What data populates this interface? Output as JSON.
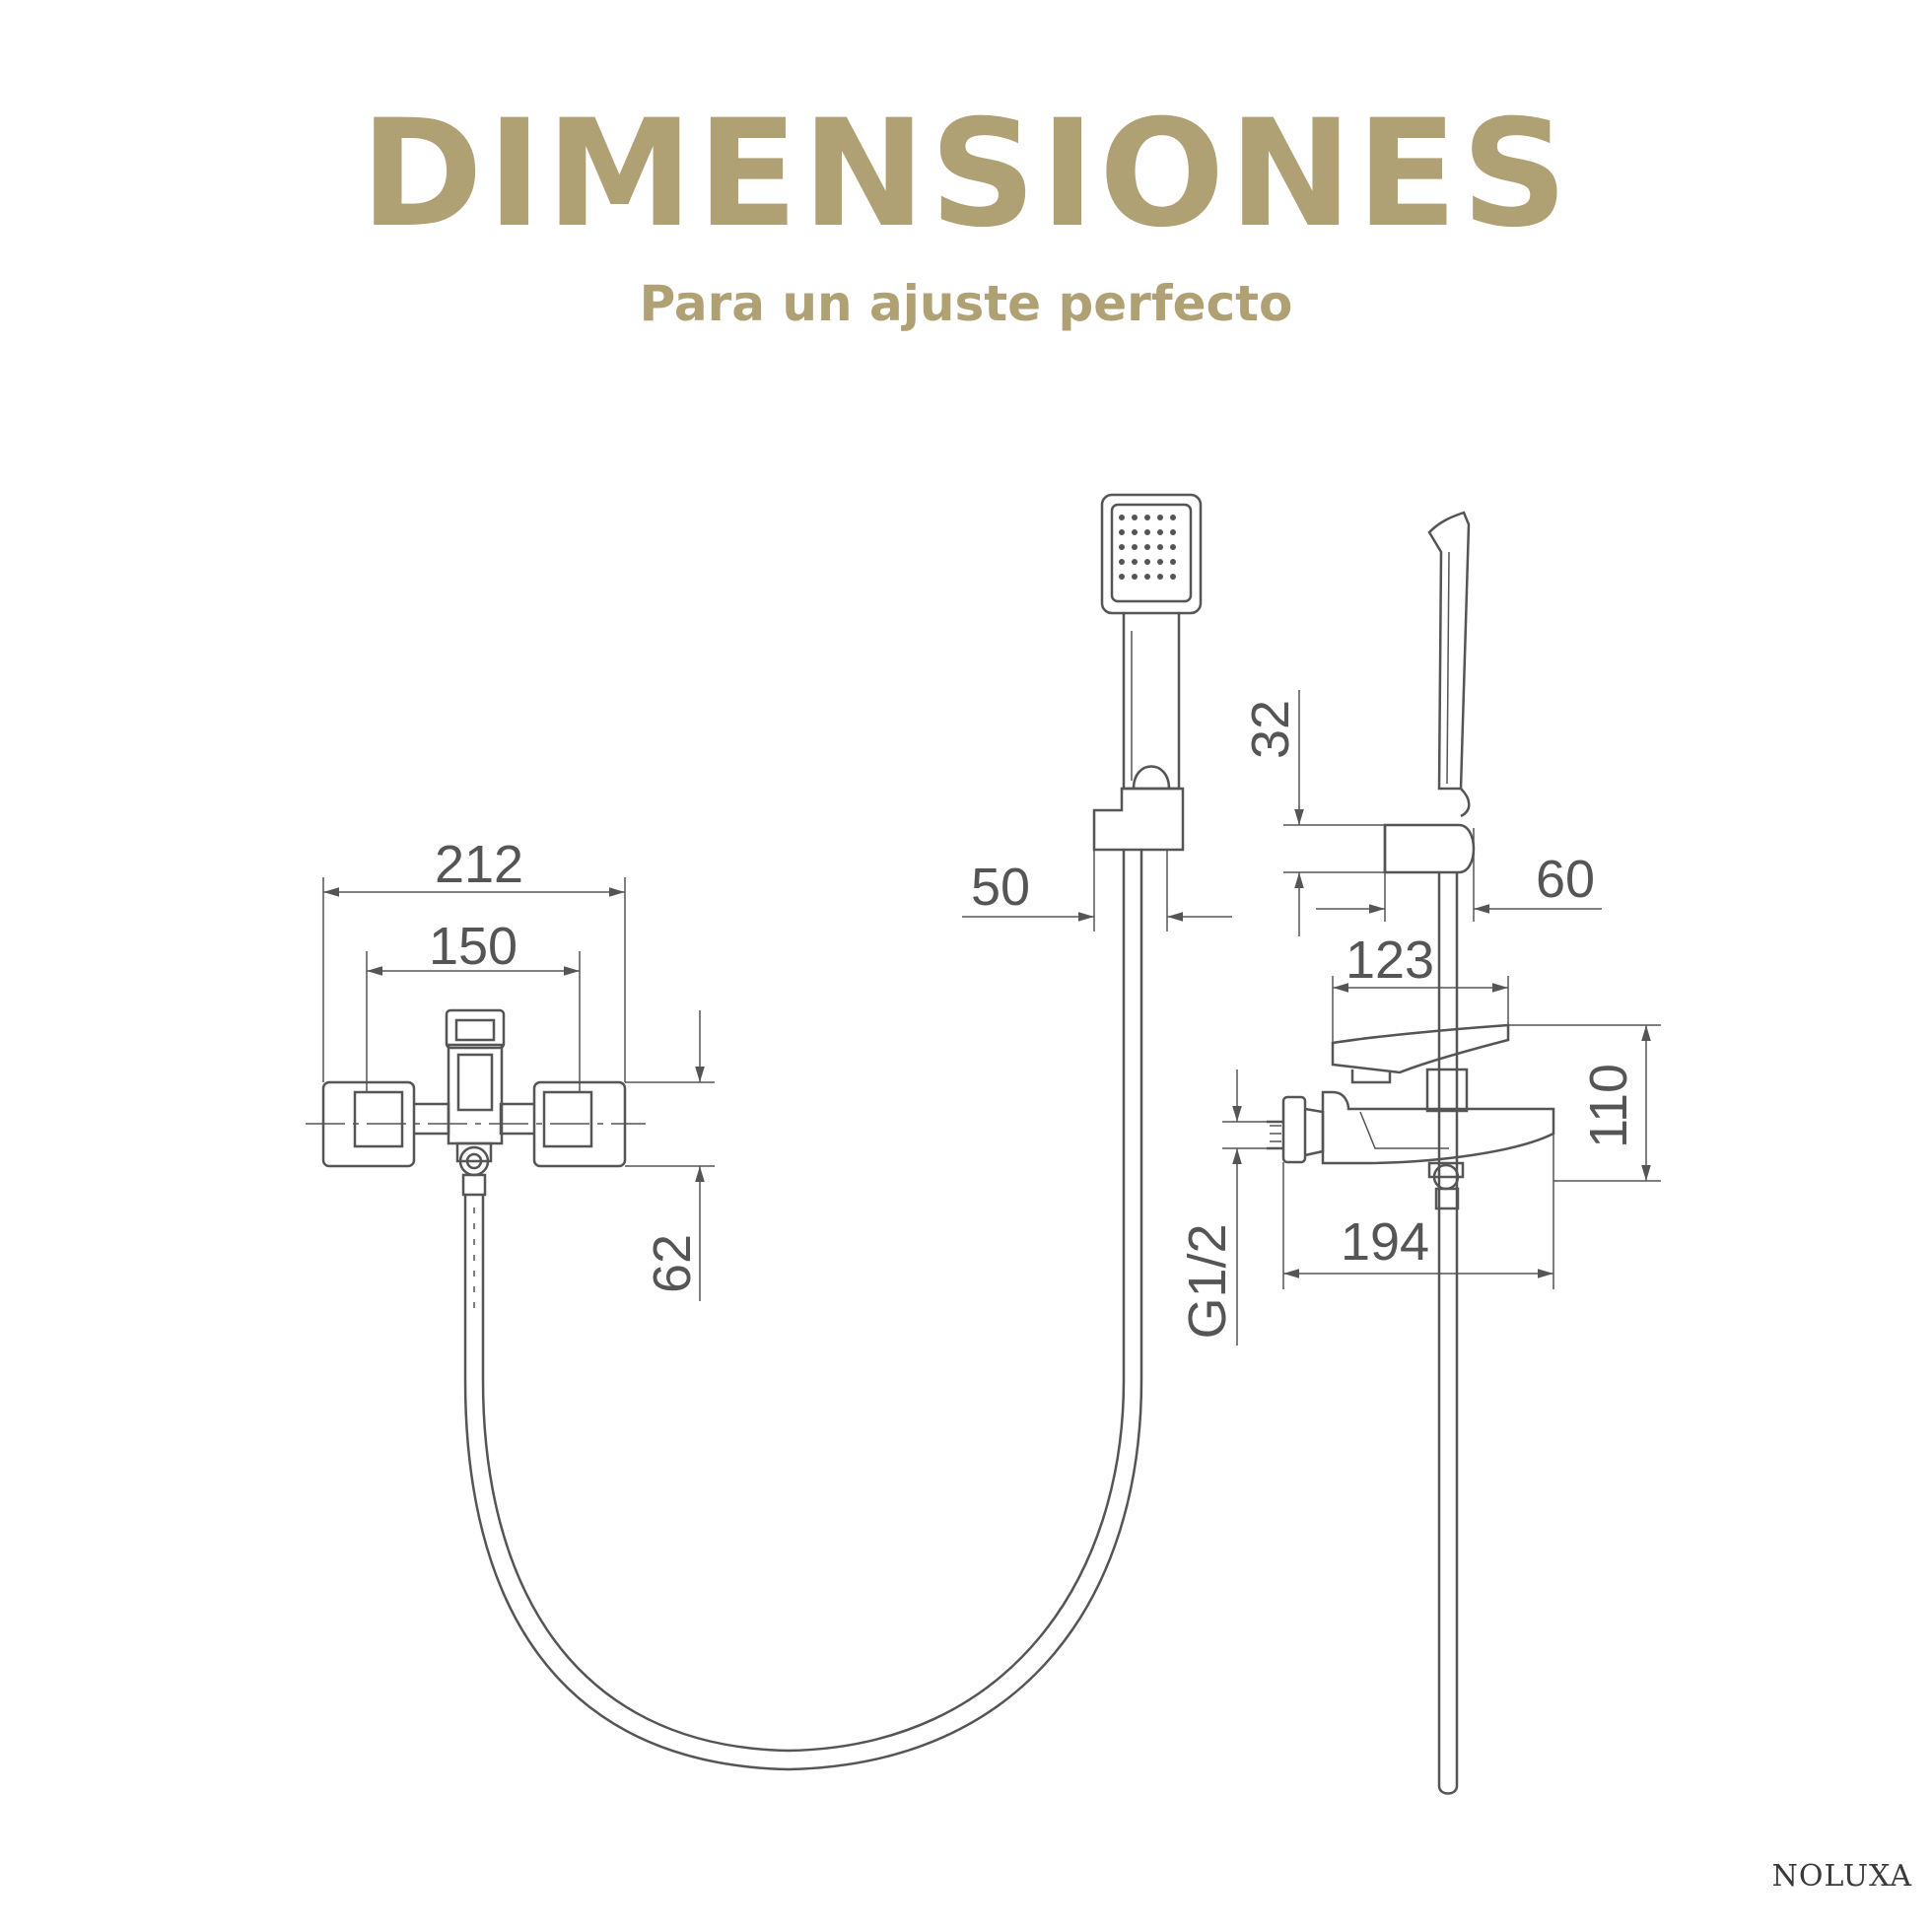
{
  "header": {
    "title": "DIMENSIONES",
    "subtitle": "Para un ajuste perfecto"
  },
  "dimensions": {
    "overall_width": "212",
    "center_distance": "150",
    "depth_62": "62",
    "holder_width": "50",
    "holder_height": "32",
    "holder_offset": "60",
    "handle_span": "123",
    "height_110": "110",
    "spout_length": "194",
    "thread": "G1/2"
  },
  "brand": {
    "logo_text": "NOLUXA"
  },
  "colors": {
    "title": "#b0a174",
    "drawing": "#555555"
  }
}
